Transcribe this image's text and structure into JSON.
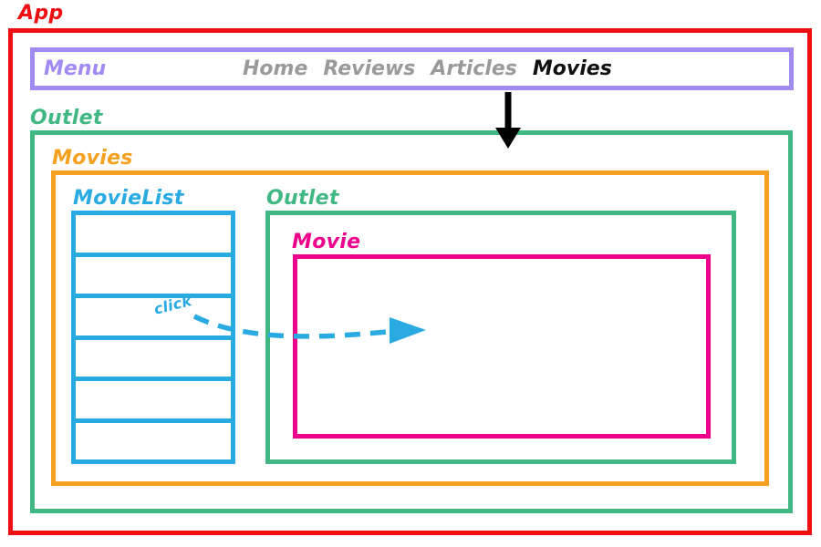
{
  "diagram": {
    "app": {
      "label": "App"
    },
    "menu": {
      "label": "Menu",
      "nav": [
        {
          "label": "Home",
          "active": false
        },
        {
          "label": "Reviews",
          "active": false
        },
        {
          "label": "Articles",
          "active": false
        },
        {
          "label": "Movies",
          "active": true
        }
      ]
    },
    "outlet_outer": {
      "label": "Outlet"
    },
    "movies": {
      "label": "Movies"
    },
    "movie_list": {
      "label": "MovieList",
      "row_count": 6
    },
    "outlet_inner": {
      "label": "Outlet"
    },
    "movie": {
      "label": "Movie"
    },
    "click_annotation": "click"
  },
  "colors": {
    "app_red": "#ef0e12",
    "menu_purple": "#a18bf2",
    "outlet_green": "#41b883",
    "movies_orange": "#f5a01e",
    "movielist_cyan": "#29abe2",
    "movie_magenta": "#ec008c",
    "nav_inactive_gray": "#9a9a9a",
    "nav_active_black": "#111111",
    "nav_arrow_black": "#000000"
  }
}
